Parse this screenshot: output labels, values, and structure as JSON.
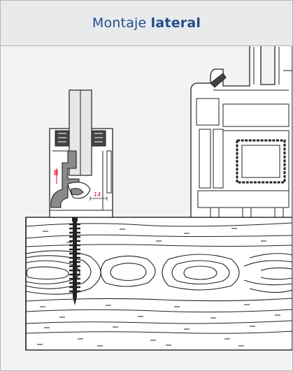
{
  "header": {
    "title_regular": "Montaje",
    "title_bold": "lateral"
  },
  "diagram": {
    "dimension_label": "14",
    "dimension_color": "#e3001b",
    "accent_color": "#1f4e8c",
    "header_bg": "#e9eaec",
    "drawing_bg": "#f3f3f3",
    "profile_fill": "#8a8a8a",
    "wood_fill": "#ffffff"
  }
}
